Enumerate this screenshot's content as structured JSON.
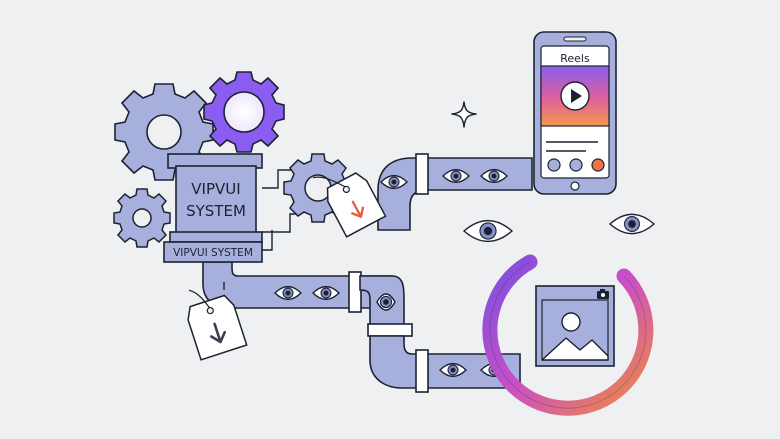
{
  "machine": {
    "title_line1": "VIPVUI",
    "title_line2": "SYSTEM",
    "plate_label": "VIPVUI SYSTEM"
  },
  "phone": {
    "app_title": "Reels",
    "controls": [
      "pause-dot",
      "pause-dot",
      "record-dot"
    ]
  },
  "icons": {
    "view": "eye-icon",
    "gear": "gear-icon",
    "tag": "price-tag-icon",
    "download": "down-arrow-icon",
    "play": "play-icon",
    "image": "image-icon",
    "camera": "camera-icon",
    "sparkle": "sparkle-icon"
  },
  "colors": {
    "ink": "#1d2233",
    "pipe": "#a7b0dd",
    "pipe_dark": "#8790c8",
    "purple": "#7b4fe0",
    "magenta": "#c94fc6",
    "orange": "#f08c3c",
    "red_arrow": "#e8613e",
    "bg": "#eef0f2"
  }
}
